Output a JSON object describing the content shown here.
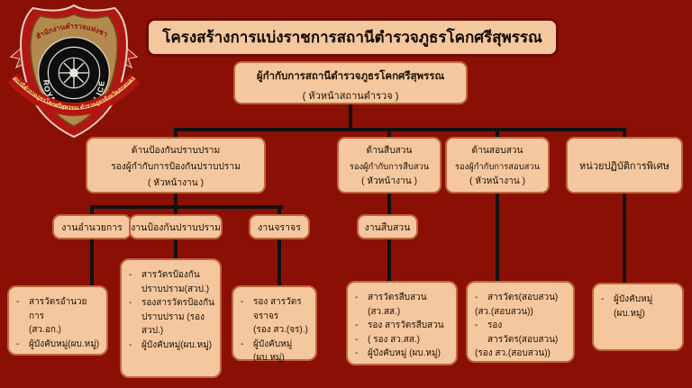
{
  "title": "โครงสร้างการแบ่งราชการสถานีตำรวจภูธรโคกศรีสุพรรณ",
  "logo": {
    "ring_text": "ROYAL THAI POLICE",
    "top_ribbon": "สำนักงานตำรวจแห่งชาติ",
    "bottom_ribbon": "สถานีตำรวจภูธรโคกศรีสุพรรณ ตำรวจภูธรจังหวัดสกลนคร"
  },
  "root": {
    "line1": "ผู้กำกับการสถานีตำรวจภูธรโคกศรีสุพรรณ",
    "line2": "( หัวหน้าสถานตำรวจ )"
  },
  "divisions": [
    {
      "lines": [
        "ด้านป้องกันปราบปราม",
        "รองผู้กำกับการป้องกันปราบปราม",
        "( หัวหน้างาน )"
      ]
    },
    {
      "lines": [
        "ด้านสืบสวน",
        "รองผู้กำกับการสืบสวน",
        "( หัวหน้างาน )"
      ]
    },
    {
      "lines": [
        "ด้านสอบสวน",
        "รองผู้กำกับการสอบสวน",
        "( หัวหน้างาน )"
      ]
    },
    {
      "lines": [
        "หน่วยปฏิบัติการพิเศษ"
      ]
    }
  ],
  "units": [
    "งานอำนวยการ",
    "งานป้องกันปราบปราม",
    "งานจราจร",
    "งานสืบสวน"
  ],
  "leaves": [
    {
      "lines": [
        {
          "t": "สารวัตรอำนวยการ",
          "m": "dash"
        },
        {
          "t": "(สว.อก.)",
          "m": "hang"
        },
        {
          "t": "ผู้บังคับหมู่(ผบ.หมู่)",
          "m": "dash"
        }
      ]
    },
    {
      "lines": [
        {
          "t": "สารวัตรป้องกันปราบปราม(สวป.)",
          "m": "dash"
        },
        {
          "t": "รองสารวัตรป้องกันปราบปราม (รอง สวป.)",
          "m": "dash"
        },
        {
          "t": "ผู้บังคับหมู่(ผบ.หมู่)",
          "m": "dash"
        }
      ]
    },
    {
      "lines": [
        {
          "t": "รอง สารวัตรจราจร",
          "m": "dash"
        },
        {
          "t": "(รอง สว.(จร).)",
          "m": "hang"
        },
        {
          "t": "ผู้บังคับหมู่ (ผบ.หมู่)",
          "m": "dash"
        }
      ]
    },
    {
      "lines": [
        {
          "t": "สารวัตรสืบสวน (สว.สส.)",
          "m": "dash"
        },
        {
          "t": "รอง สารวัตรสืบสวน",
          "m": "dash"
        },
        {
          "t": "( รอง สว.สส.)",
          "m": "dash"
        },
        {
          "t": "ผู้บังคับหมู่ (ผบ.หมู่)",
          "m": "dash"
        }
      ]
    },
    {
      "lines": [
        {
          "t": "สารวัตร(สอบสวน)",
          "m": "dash"
        },
        {
          "t": "(สว.(สอบสวน))",
          "m": "flush"
        },
        {
          "t": "รอง สารวัตร(สอบสวน)",
          "m": "dash"
        },
        {
          "t": "(รอง สว.(สอบสวน))",
          "m": "flush"
        }
      ]
    },
    {
      "lines": [
        {
          "t": "ผู้บังคับหมู่",
          "m": "dash"
        },
        {
          "t": "(ผบ.หมู่)",
          "m": "hang"
        }
      ]
    }
  ],
  "colors": {
    "background": "#8a1005",
    "box_fill": "#f5c79f",
    "box_border": "#c2653a",
    "connector": "#111111",
    "title_border": "#6f0a02"
  }
}
